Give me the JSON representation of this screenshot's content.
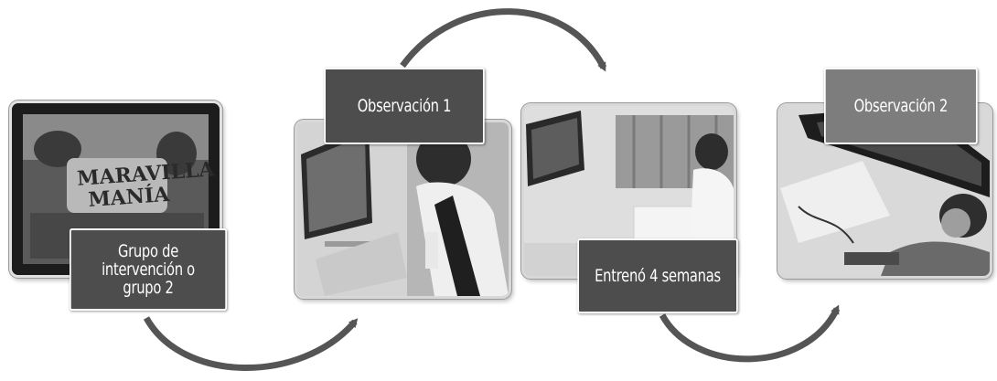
{
  "steps": [
    {
      "label": "Grupo de intervención o grupo 2"
    },
    {
      "label": "Observación 1"
    },
    {
      "label": "Entrenó 4 semanas"
    },
    {
      "label": "Observación 2"
    }
  ],
  "photos": [
    {
      "subject": "tablet showing game title screen",
      "logo_text": "MARAVILLA MANÍA"
    },
    {
      "subject": "child playing video game on wall-mounted TV"
    },
    {
      "subject": "child standing in front of TV with controller"
    },
    {
      "subject": "child looking up at mounted TV screen"
    }
  ],
  "colors": {
    "label_dark": "#4d4d4d",
    "label_mid": "#7d7d7d",
    "arrow": "#555555"
  }
}
